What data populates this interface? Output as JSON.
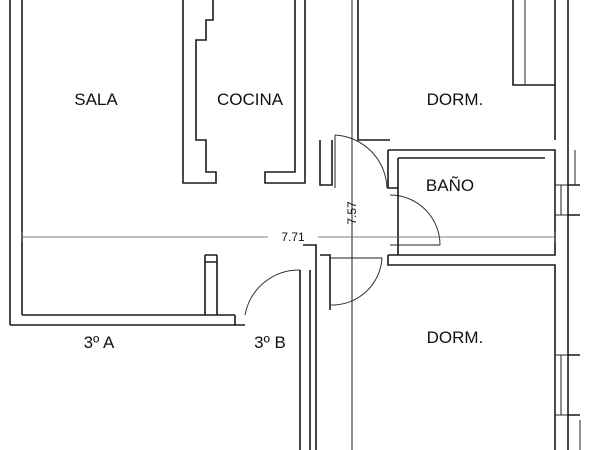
{
  "rooms": {
    "sala": "SALA",
    "cocina": "COCINA",
    "dorm_top": "DORM.",
    "bano": "BAÑO",
    "dorm_bottom": "DORM."
  },
  "units": {
    "unit_a": "3º A",
    "unit_b": "3º B"
  },
  "dimensions": {
    "horizontal": "7.71",
    "vertical": "7.57"
  }
}
